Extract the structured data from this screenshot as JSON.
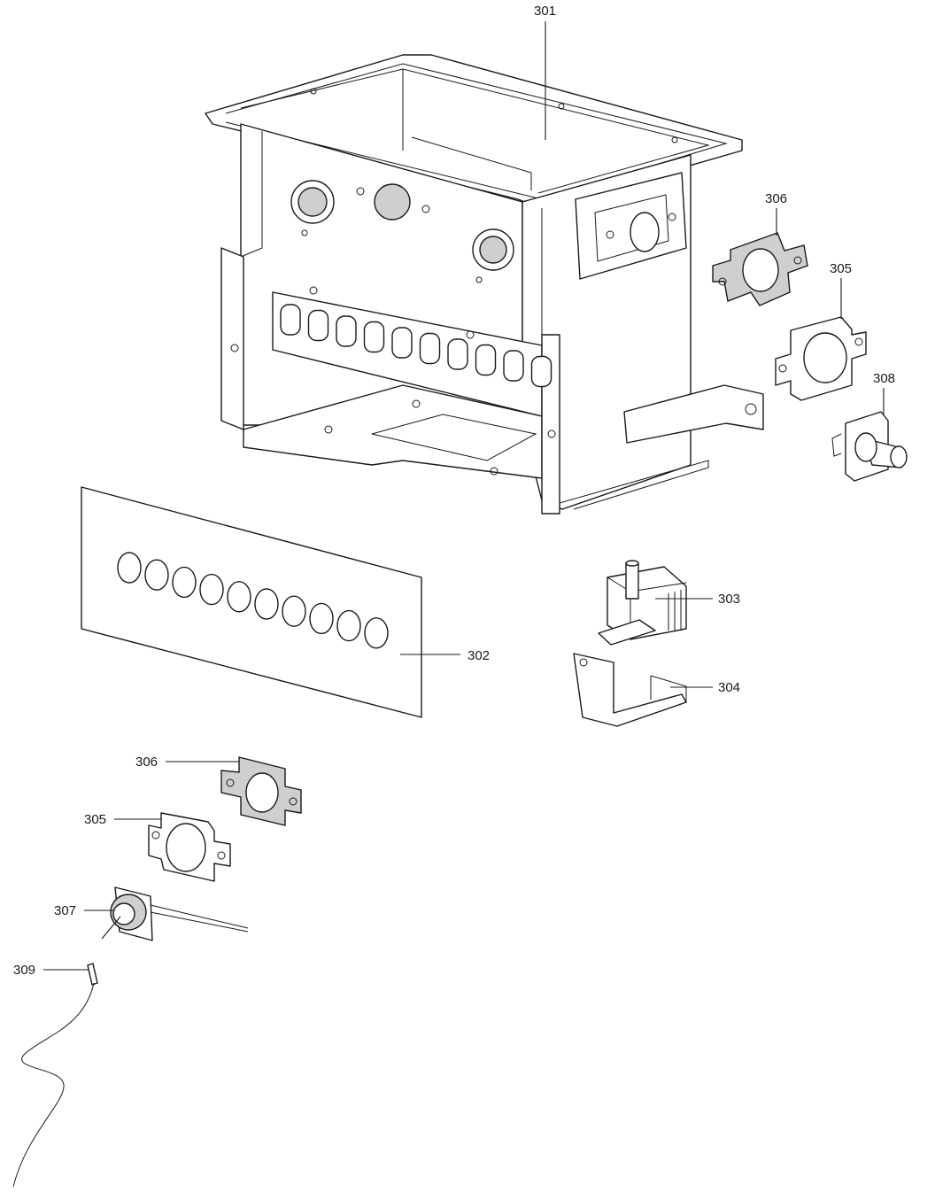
{
  "callouts": {
    "c301": "301",
    "c302": "302",
    "c303": "303",
    "c304": "304",
    "c305a": "305",
    "c305b": "305",
    "c306a": "306",
    "c306b": "306",
    "c307": "307",
    "c308": "308",
    "c309": "309"
  }
}
